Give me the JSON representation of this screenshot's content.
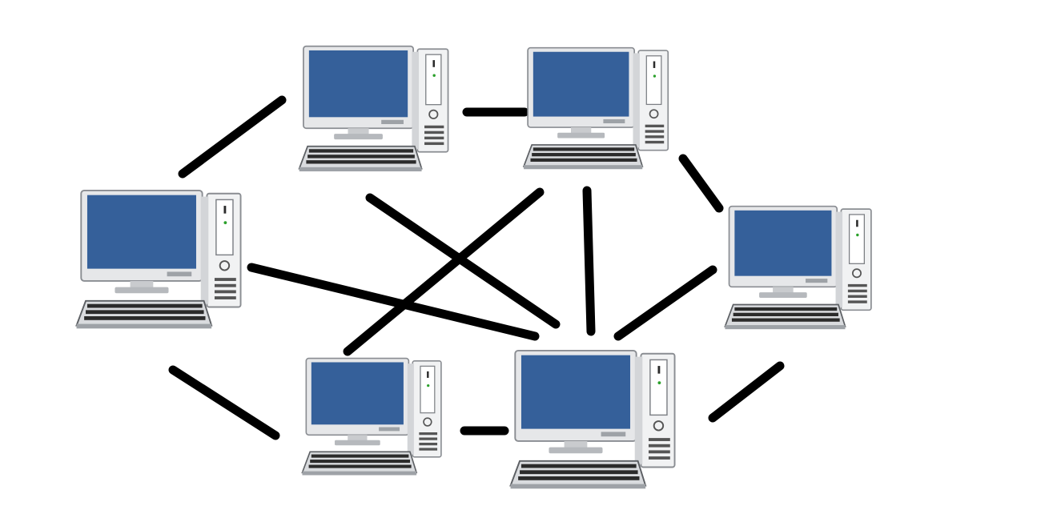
{
  "diagram": {
    "topology": "mesh-network",
    "colors": {
      "screen": "#35609a",
      "link": "#000000",
      "bezel": "#e6e7e9",
      "keyboard_keys": "#2b2b2b"
    },
    "nodes": [
      {
        "id": "pc-top-left",
        "icon": "desktop-computer-icon"
      },
      {
        "id": "pc-top-right",
        "icon": "desktop-computer-icon"
      },
      {
        "id": "pc-left",
        "icon": "desktop-computer-icon"
      },
      {
        "id": "pc-right",
        "icon": "desktop-computer-icon"
      },
      {
        "id": "pc-bottom-left",
        "icon": "desktop-computer-icon"
      },
      {
        "id": "pc-bottom-center",
        "icon": "desktop-computer-icon"
      }
    ],
    "connections": [
      {
        "from": "pc-top-left",
        "to": "pc-top-right"
      },
      {
        "from": "pc-top-left",
        "to": "pc-left"
      },
      {
        "from": "pc-top-left",
        "to": "pc-bottom-center"
      },
      {
        "from": "pc-top-right",
        "to": "pc-right"
      },
      {
        "from": "pc-top-right",
        "to": "pc-bottom-center"
      },
      {
        "from": "pc-top-right",
        "to": "pc-bottom-left"
      },
      {
        "from": "pc-left",
        "to": "pc-bottom-center"
      },
      {
        "from": "pc-left",
        "to": "pc-bottom-left"
      },
      {
        "from": "pc-right",
        "to": "pc-bottom-center"
      },
      {
        "from": "pc-bottom-left",
        "to": "pc-bottom-center"
      },
      {
        "from": "pc-bottom-center",
        "to": "pc-right"
      }
    ]
  }
}
